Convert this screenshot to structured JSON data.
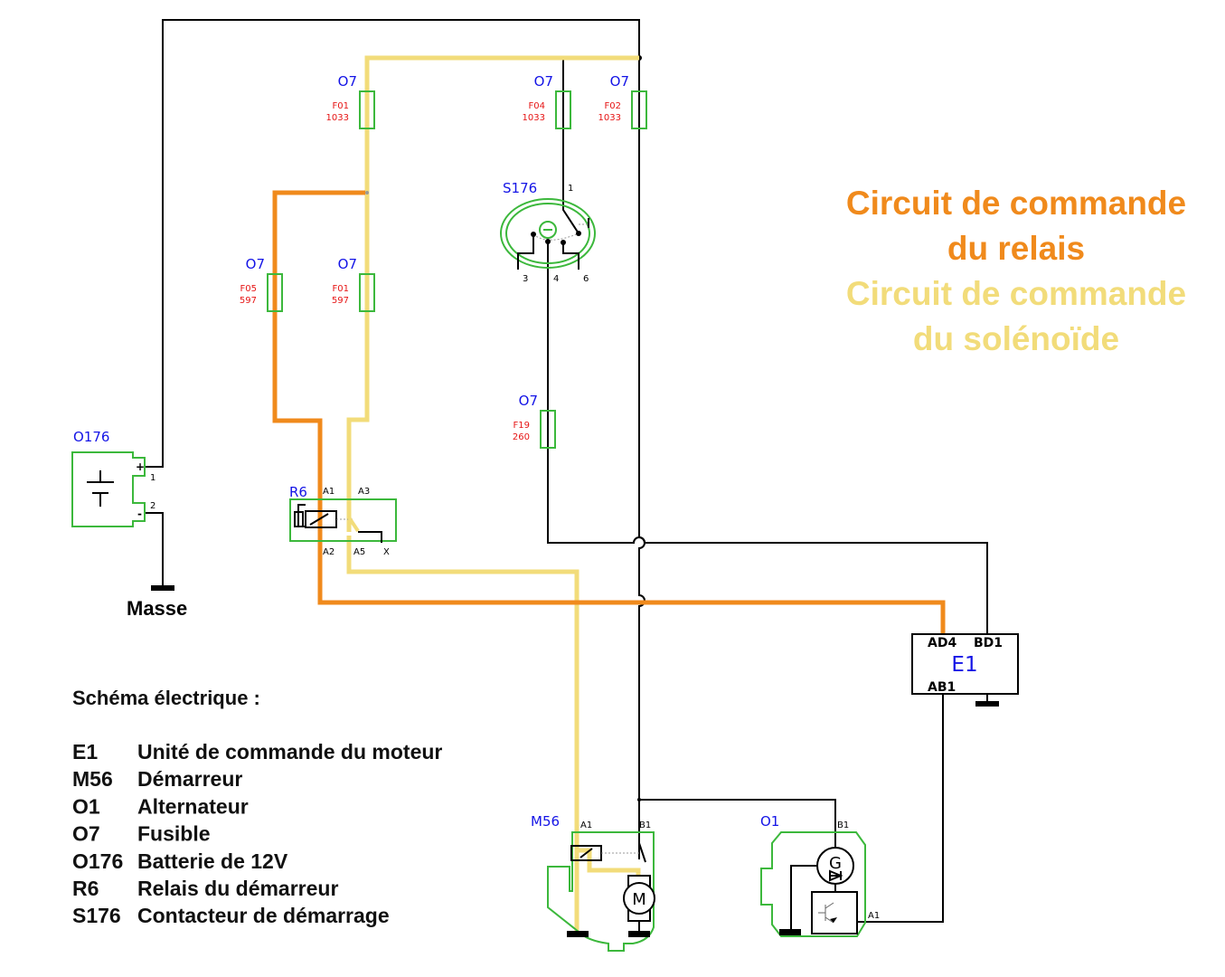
{
  "titles": {
    "relay_circuit": [
      "Circuit de commande",
      "du relais"
    ],
    "solenoid_circuit": [
      "Circuit de commande",
      "du solénoïde"
    ]
  },
  "colors": {
    "relay_circuit": "#f08a1c",
    "solenoid_circuit": "#f2dc7a",
    "component_label": "#1414e6",
    "fuse_label": "#e61414",
    "component_outline": "#3cb83c",
    "wire": "#000000"
  },
  "fuses": [
    {
      "id": "O7",
      "code": "F01",
      "rating": "1033",
      "circuit": "solenoid"
    },
    {
      "id": "O7",
      "code": "F04",
      "rating": "1033",
      "circuit": "black"
    },
    {
      "id": "O7",
      "code": "F02",
      "rating": "1033",
      "circuit": "black"
    },
    {
      "id": "O7",
      "code": "F05",
      "rating": "597",
      "circuit": "relay"
    },
    {
      "id": "O7",
      "code": "F01",
      "rating": "597",
      "circuit": "solenoid"
    },
    {
      "id": "O7",
      "code": "F19",
      "rating": "260",
      "circuit": "black"
    }
  ],
  "components": {
    "battery": {
      "id": "O176",
      "pins": [
        "+",
        "-"
      ],
      "pin_numbers": [
        "1",
        "2"
      ]
    },
    "ground_label": "Masse",
    "switch": {
      "id": "S176",
      "pins": [
        "1",
        "3",
        "4",
        "6"
      ]
    },
    "relay": {
      "id": "R6",
      "pins": [
        "A1",
        "A3",
        "A2",
        "A5",
        "X"
      ]
    },
    "ecu": {
      "id": "E1",
      "pins": [
        "AD4",
        "BD1",
        "AB1"
      ]
    },
    "starter": {
      "id": "M56",
      "pins": [
        "A1",
        "B1"
      ],
      "motor_symbol": "M"
    },
    "alternator": {
      "id": "O1",
      "pins": [
        "B1",
        "A1"
      ],
      "generator_symbol": "G"
    }
  },
  "legend": {
    "title": "Schéma électrique :",
    "items": [
      {
        "code": "E1",
        "description": "Unité de commande du moteur"
      },
      {
        "code": "M56",
        "description": "Démarreur"
      },
      {
        "code": "O1",
        "description": "Alternateur"
      },
      {
        "code": "O7",
        "description": "Fusible"
      },
      {
        "code": "O176",
        "description": "Batterie de 12V"
      },
      {
        "code": "R6",
        "description": "Relais du démarreur"
      },
      {
        "code": "S176",
        "description": "Contacteur de démarrage"
      }
    ]
  }
}
